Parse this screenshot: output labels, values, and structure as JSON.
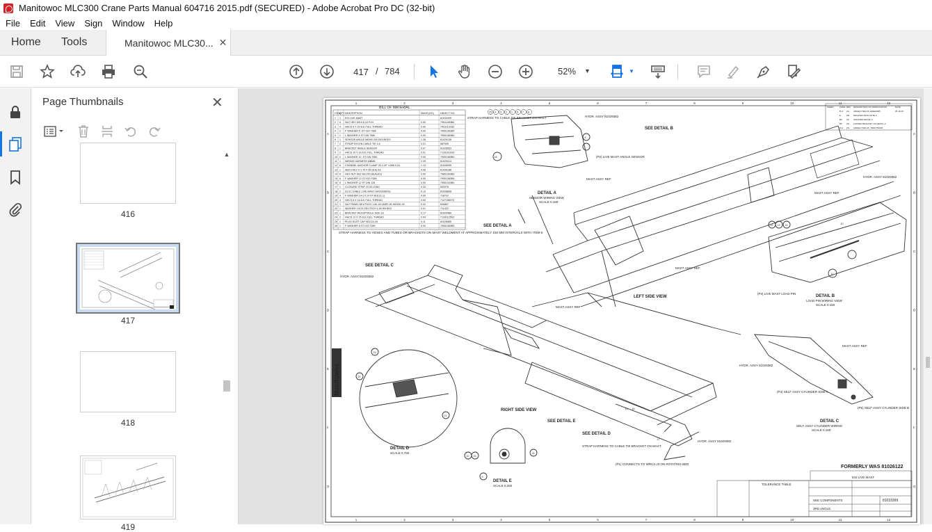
{
  "window": {
    "title": "Manitowoc MLC300 Crane Parts Manual 604716 2015.pdf (SECURED) - Adobe Acrobat Pro DC (32-bit)"
  },
  "menu": [
    "File",
    "Edit",
    "View",
    "Sign",
    "Window",
    "Help"
  ],
  "tabs": {
    "home": "Home",
    "tools": "Tools",
    "document": "Manitowoc MLC30..."
  },
  "toolbar": {
    "current_page": "417",
    "page_separator": "/",
    "page_count": "784",
    "zoom": "52%"
  },
  "thumbnails_panel": {
    "title": "Page Thumbnails",
    "items": [
      {
        "label": "416"
      },
      {
        "label": "417",
        "selected": true
      },
      {
        "label": "418"
      },
      {
        "label": "419"
      }
    ]
  },
  "drawing": {
    "col_numbers": [
      "1",
      "2",
      "3",
      "4",
      "5",
      "6",
      "7",
      "8",
      "9",
      "10",
      "11",
      "12"
    ],
    "row_letters": [
      "A",
      "B",
      "C",
      "D",
      "E",
      "F",
      "G"
    ],
    "bom_title": "BILL OF MATERIAL",
    "bom_header": [
      "ITEM",
      "QTY",
      "DESCRIPTION",
      "MASS (KG)",
      "OBJECT NO."
    ],
    "bom_rows": [
      [
        "1",
        "1",
        "ESI LIVE MAST",
        "",
        "81033399"
      ],
      [
        "2",
        "4",
        "NUT HEX M5-0.8 10 FLN",
        "0.00",
        "79611383B4"
      ],
      [
        "3",
        "4",
        "HHCS 5 X 20 8.8, FULL THREAD",
        "0.00",
        "79231131B3"
      ],
      [
        "4",
        "2",
        "F WASHER 5 -ST ISO 7089",
        "0.00",
        "79551383B4"
      ],
      [
        "5",
        "1",
        "L WASHER 5 ST DIN 7980",
        "0.00",
        "79551383B0"
      ],
      [
        "6",
        "1",
        "SENSOR ANGLE MEMS 200 DEGREES",
        "1.38",
        "81029138"
      ],
      [
        "7",
        "2",
        "STRAP NYLON CABLE TIE 4.8",
        "0.01",
        "687955"
      ],
      [
        "8",
        "1",
        "BRACKET ANGLE SENSOR",
        "0.07",
        "81028553"
      ],
      [
        "9",
        "2",
        "HHCS 10 X 16 8.8, FULL THREAD",
        "0.01",
        "71281910S3"
      ],
      [
        "10",
        "2",
        "L WASHER 10 -ST DIN 7980",
        "0.00",
        "79551383B0"
      ],
      [
        "11",
        "1",
        "WIRING HARNESS MBMB",
        "2.39",
        "81029413"
      ],
      [
        "12",
        "6",
        "CHANNEL ANCHOR CLAMP 25.4 OF 4.558 0.16",
        "1.13",
        "81028095"
      ],
      [
        "13",
        "1",
        "SBCS M12 X 1.75 X 50 (8.8) SS",
        "0.06",
        "81028188"
      ],
      [
        "14",
        "6",
        "HEX NUT M12 DELTA (SEALED)",
        "0.00",
        "79661343B3"
      ],
      [
        "15",
        "6",
        "F WASHER 12 ST ISO 7089",
        "0.00",
        "79551383B4"
      ],
      [
        "16",
        "6",
        "L WASHER 12 ST DIN 128",
        "0.00",
        "79551343B0"
      ],
      [
        "17",
        "1",
        "CLOSURE STRIP 22.00 LONG",
        "0.33",
        "692078"
      ],
      [
        "18",
        "2",
        "DLCC CABLE LIVE MAST GROUNDING",
        "0.19",
        "81028898"
      ],
      [
        "19",
        "4",
        "F WASHER 1/4 ( 0.14 ST B18.21.1)",
        "0.00",
        "718722"
      ],
      [
        "20",
        "4",
        "HHCS 6 X 16 8.8, FULL THREAD",
        "0.00",
        "71271583T3"
      ],
      [
        "21",
        "1",
        "NUT PANEL DEUTSCH 1-50-18 UNEF-2B W/HD0-30",
        "0.02",
        "640867"
      ],
      [
        "22",
        "1",
        "WASHER LOCK DEUTSCH 1.50 W/HD02",
        "0.01",
        "711422"
      ],
      [
        "23",
        "1",
        "BRACKET RECEPTACLE SIZE 18",
        "0.17",
        "81029489"
      ],
      [
        "24",
        "2",
        "HHCS 12 X 25 8.8, FULL THREAD",
        "0.04",
        "71281125S3"
      ],
      [
        "25",
        "1",
        "PLUG DUST CAP HDC24-18",
        "0.11",
        "81028585"
      ],
      [
        "26",
        "1",
        "F WASHER 8 ST ISO 7089",
        "0.00",
        "79551383B4"
      ]
    ],
    "bom_note": "STRAP HARNESS TO HOSES AND TUBES OR BRACKETS ON MAST WELDMENT AT APPROXIMATELY 150 MM INTERVALS WITH ITEM 6",
    "revision_header": [
      "SHEET",
      "ZONE",
      "REV",
      "DESCRIPTION OF MODIFICATION",
      "DATE"
    ],
    "revision_rows": [
      [
        "",
        "B,H",
        "ZA",
        "ADDED ITEM 26, ERE00065",
        "05-18-15"
      ],
      [
        "",
        "E",
        "ZB",
        "DELETED ZETA NOTE 2",
        ""
      ],
      [
        "",
        "B6",
        "ZC",
        "UPDATED DETAIL C",
        ""
      ],
      [
        "",
        "B6",
        "ZH",
        "FLIPPED BRACKET ON DETAIL A",
        ""
      ],
      [
        "",
        "B,H",
        "ZN",
        "ADDED ITEM 25, TRR0750006",
        ""
      ]
    ],
    "labels": {
      "see_detail_b": "SEE DETAIL B",
      "see_detail_a": "SEE DETAIL A",
      "see_detail_c": "SEE DETAIL C",
      "see_detail_e": "SEE DETAIL E",
      "see_detail_d": "SEE DETAIL D",
      "left_side_view": "LEFT SIDE VIEW",
      "right_side_view": "RIGHT SIDE VIEW",
      "detail_a": "DETAIL A",
      "detail_a_sub": "SENSOR WIRING VIEW",
      "detail_a_scale": "SCALE 0.150",
      "detail_b": "DETAIL B",
      "detail_b_sub": "LOAD PIN WIRING VIEW",
      "detail_b_scale": "SCALE 0.150",
      "detail_c": "DETAIL C",
      "detail_c_sub": "SELF ASSY CYLINDER WIRING",
      "detail_c_scale": "SCALE 0.150",
      "detail_d": "DETAIL D",
      "detail_d_scale": "SCALE 0.750",
      "detail_e": "DETAIL E",
      "detail_e_scale": "SCALE 0.250",
      "strap_tie": "STRAP HARNESS TO CABLE TIE BRACKET ON MAST",
      "strap_tie_2": "STRAP HARNESS TO CABLE TIE BRACKET ON MAST",
      "hydr_assy": "HYDR. ASSY 81029382",
      "mast_assy_ref": "MAST ASSY REF",
      "p2_sensor": "(P2) LIVE MAST ANGLE SENSOR",
      "p3_pin": "(P3) LIVE MAST LOAD PIN",
      "p4": "(P4) SELF ASSY CYLINDER SIDE A",
      "p5": "(P5) SELF ASSY CYLINDER SIDE B",
      "p1": "(P1) CONNECTS TO WRC2-J3 ON ROTATING BED",
      "formerly": "FORMERLY WAS 81026122",
      "manitowoc": "Manitowoc",
      "tolerance_table": "TOLERANCE TABLE",
      "title_block_name": "ESI LIVE MAST",
      "doc_number": "81033399",
      "see_components": "SEE COMPONENTS",
      "third_angle": "3RD ANGLE"
    },
    "callouts_top": [
      "25",
      "4",
      "3",
      "2",
      "1",
      "5",
      "7",
      "8"
    ],
    "callouts_misc": [
      "10",
      "11",
      "12",
      "13",
      "14",
      "15",
      "16",
      "17",
      "18",
      "19",
      "20",
      "21",
      "22",
      "23",
      "24",
      "9",
      "6"
    ]
  }
}
